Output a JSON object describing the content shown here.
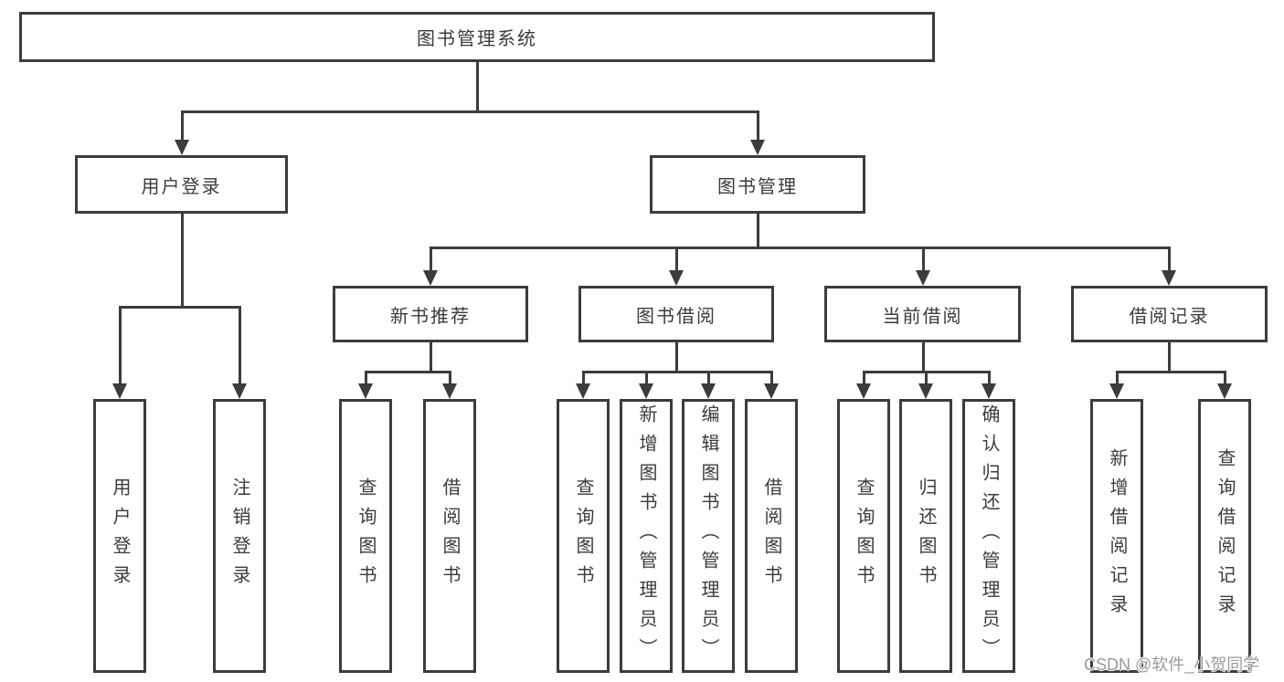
{
  "diagram": {
    "root": {
      "label": "图书管理系统"
    },
    "level2": [
      {
        "label": "用户登录",
        "parent": "图书管理系统"
      },
      {
        "label": "图书管理",
        "parent": "图书管理系统"
      }
    ],
    "level3": [
      {
        "label": "新书推荐",
        "parent": "图书管理"
      },
      {
        "label": "图书借阅",
        "parent": "图书管理"
      },
      {
        "label": "当前借阅",
        "parent": "图书管理"
      },
      {
        "label": "借阅记录",
        "parent": "图书管理"
      }
    ],
    "leaves": [
      {
        "label": "用户登录",
        "parent": "用户登录"
      },
      {
        "label": "注销登录",
        "parent": "用户登录"
      },
      {
        "label": "查询图书",
        "parent": "新书推荐"
      },
      {
        "label": "借阅图书",
        "parent": "新书推荐"
      },
      {
        "label": "查询图书",
        "parent": "图书借阅"
      },
      {
        "label": "新增图书（管理员）",
        "parent": "图书借阅"
      },
      {
        "label": "编辑图书（管理员）",
        "parent": "图书借阅"
      },
      {
        "label": "借阅图书",
        "parent": "图书借阅"
      },
      {
        "label": "查询图书",
        "parent": "当前借阅"
      },
      {
        "label": "归还图书",
        "parent": "当前借阅"
      },
      {
        "label": "确认归还（管理员）",
        "parent": "当前借阅"
      },
      {
        "label": "新增借阅记录",
        "parent": "借阅记录"
      },
      {
        "label": "查询借阅记录",
        "parent": "借阅记录"
      }
    ]
  },
  "watermark": {
    "text": "CSDN @软件_小贺同学"
  },
  "colors": {
    "line": "#3c3c3c",
    "text": "#3b3b3b",
    "background": "#ffffff",
    "watermark": "#9a9a9a"
  }
}
